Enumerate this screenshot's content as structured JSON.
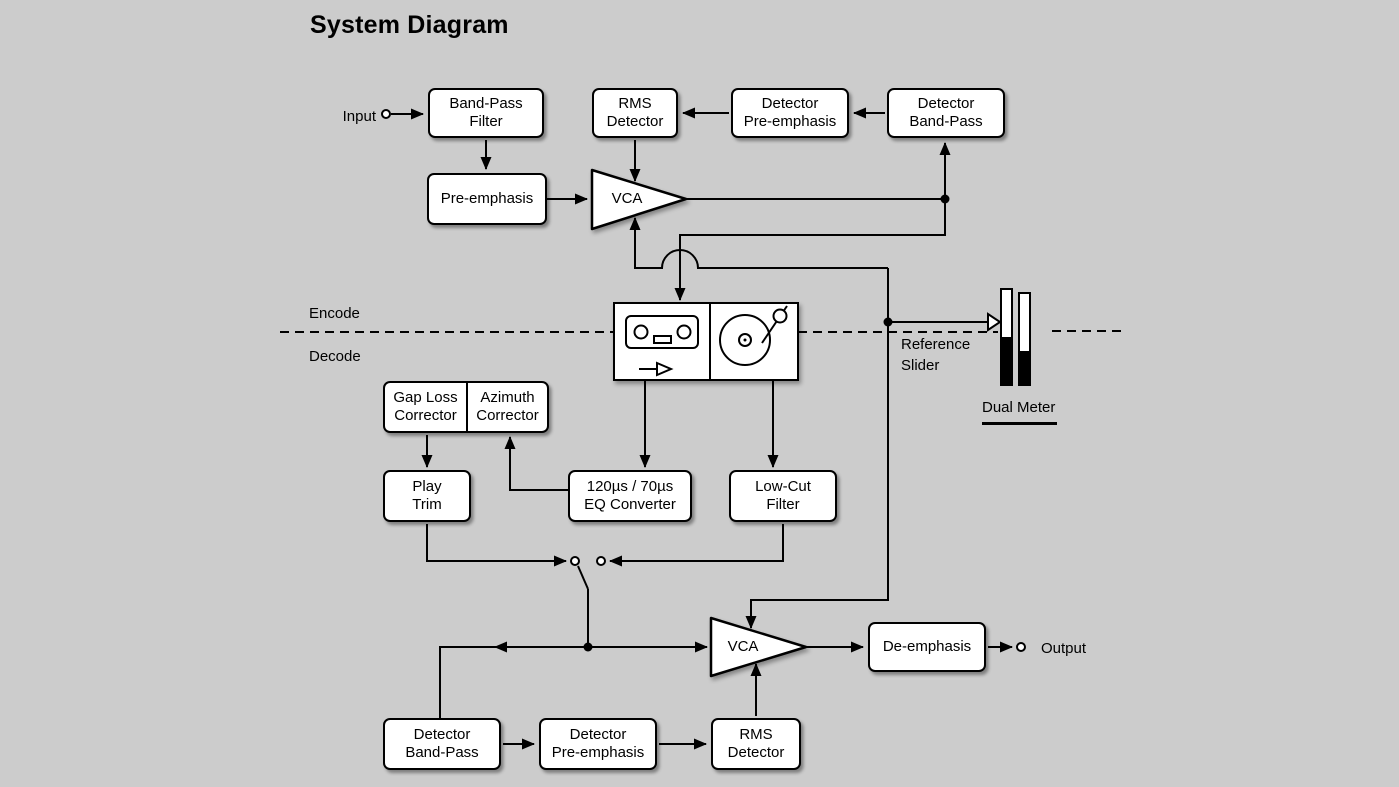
{
  "title": "System Diagram",
  "colors": {
    "background": "#cccccc",
    "box_fill": "#ffffff",
    "line": "#000000"
  },
  "labels": {
    "input": "Input",
    "output": "Output",
    "encode": "Encode",
    "decode": "Decode",
    "reference_slider": "Reference\nSlider",
    "dual_meter": "Dual Meter"
  },
  "blocks": {
    "band_pass_filter": "Band-Pass\nFilter",
    "rms_detector_encode": "RMS\nDetector",
    "detector_pre_emphasis_encode": "Detector\nPre-emphasis",
    "detector_band_pass_encode": "Detector\nBand-Pass",
    "pre_emphasis": "Pre-emphasis",
    "vca_encode": "VCA",
    "gap_loss_corrector": "Gap Loss\nCorrector",
    "azimuth_corrector": "Azimuth\nCorrector",
    "play_trim": "Play\nTrim",
    "eq_converter": "120µs / 70µs\nEQ Converter",
    "low_cut_filter": "Low-Cut\nFilter",
    "vca_decode": "VCA",
    "de_emphasis": "De-emphasis",
    "detector_band_pass_decode": "Detector\nBand-Pass",
    "detector_pre_emphasis_decode": "Detector\nPre-emphasis",
    "rms_detector_decode": "RMS\nDetector"
  }
}
